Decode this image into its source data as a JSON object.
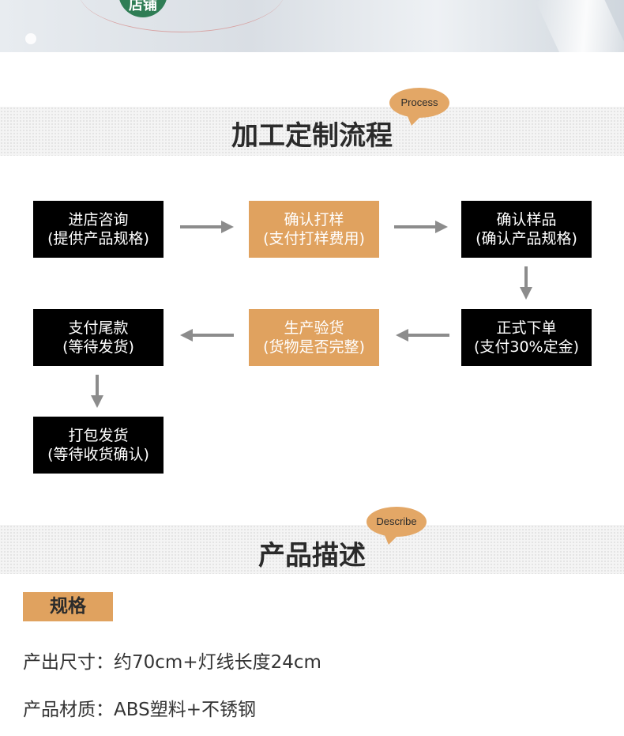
{
  "banner": {
    "badge_text": "店铺"
  },
  "process_section": {
    "title": "加工定制流程",
    "bubble": "Process",
    "steps": [
      {
        "line1": "进店咨询",
        "line2": "(提供产品规格)",
        "color": "#000000"
      },
      {
        "line1": "确认打样",
        "line2": "(支付打样费用)",
        "color": "#e0a25f"
      },
      {
        "line1": "确认样品",
        "line2": "(确认产品规格)",
        "color": "#000000"
      },
      {
        "line1": "正式下单",
        "line2": "(支付30%定金)",
        "color": "#000000"
      },
      {
        "line1": "生产验货",
        "line2": "(货物是否完整)",
        "color": "#e0a25f"
      },
      {
        "line1": "支付尾款",
        "line2": "(等待发货)",
        "color": "#000000"
      },
      {
        "line1": "打包发货",
        "line2": "(等待收货确认)",
        "color": "#000000"
      }
    ]
  },
  "describe_section": {
    "title": "产品描述",
    "bubble": "Describe",
    "spec_label": "规格",
    "specs": [
      {
        "text": "产出尺寸：约70cm+灯线长度24cm"
      },
      {
        "text": "产品材质：ABS塑料+不锈钢"
      }
    ]
  },
  "colors": {
    "accent": "#e0a25f",
    "dark_box": "#000000",
    "arrow": "#8c8c8c",
    "badge": "#2f7d55"
  }
}
